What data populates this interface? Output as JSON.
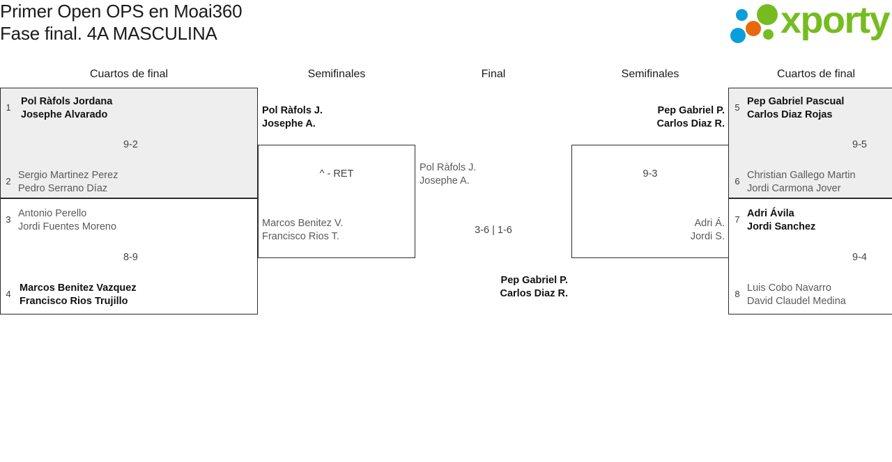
{
  "header": {
    "title_line1": "Primer Open OPS en Moai360",
    "title_line2": "Fase final. 4A MASCULINA",
    "logo_word": "xporty",
    "logo_colors": {
      "green": "#76bc21",
      "blue": "#0a9fdc",
      "orange": "#e8690b"
    }
  },
  "rounds": [
    {
      "label": "Cuartos de final",
      "side": "left"
    },
    {
      "label": "Semifinales",
      "side": "left"
    },
    {
      "label": "Final",
      "side": "center"
    },
    {
      "label": "Semifinales",
      "side": "right"
    },
    {
      "label": "Cuartos de final",
      "side": "right"
    }
  ],
  "bracket": {
    "left_quarterfinals": [
      {
        "shaded": true,
        "top_seed": "1",
        "top_name1": "Pol Ràfols Jordana",
        "top_name2": "Josephe Alvarado",
        "top_winner": true,
        "bottom_seed": "2",
        "bottom_name1": "Sergio Martinez Perez",
        "bottom_name2": "Pedro Serrano Díaz",
        "bottom_winner": false,
        "score": "9-2"
      },
      {
        "shaded": false,
        "top_seed": "3",
        "top_name1": "Antonio Perello",
        "top_name2": "Jordi Fuentes Moreno",
        "top_winner": false,
        "bottom_seed": "4",
        "bottom_name1": "Marcos Benitez Vazquez",
        "bottom_name2": "Francisco Rios Trujillo",
        "bottom_winner": true,
        "score": "8-9"
      }
    ],
    "left_semifinal": {
      "top_name1": "Pol Ràfols J.",
      "top_name2": "Josephe A.",
      "top_winner": true,
      "bottom_name1": "Marcos Benitez V.",
      "bottom_name2": "Francisco Rios T.",
      "bottom_winner": false,
      "score": "^ - RET"
    },
    "final": {
      "top_name1": "Pol Ràfols J.",
      "top_name2": "Josephe A.",
      "top_winner": false,
      "bottom_name1": "Pep Gabriel P.",
      "bottom_name2": "Carlos Diaz R.",
      "bottom_winner": true,
      "score": "3-6 | 1-6"
    },
    "right_semifinal": {
      "top_name1": "Pep Gabriel P.",
      "top_name2": "Carlos Diaz R.",
      "top_winner": true,
      "bottom_name1": "Adri Á.",
      "bottom_name2": "Jordi S.",
      "bottom_winner": false,
      "score": "9-3"
    },
    "right_quarterfinals": [
      {
        "shaded": true,
        "top_seed": "5",
        "top_name1": "Pep Gabriel Pascual",
        "top_name2": "Carlos Diaz Rojas",
        "top_winner": true,
        "bottom_seed": "6",
        "bottom_name1": "Christian Gallego Martin",
        "bottom_name2": "Jordi Carmona Jover",
        "bottom_winner": false,
        "score": "9-5"
      },
      {
        "shaded": false,
        "top_seed": "7",
        "top_name1": "Adri Ávila",
        "top_name2": "Jordi Sanchez",
        "top_winner": true,
        "bottom_seed": "8",
        "bottom_name1": "Luis Cobo Navarro",
        "bottom_name2": "David Claudel Medina",
        "bottom_winner": false,
        "score": "9-4"
      }
    ]
  }
}
